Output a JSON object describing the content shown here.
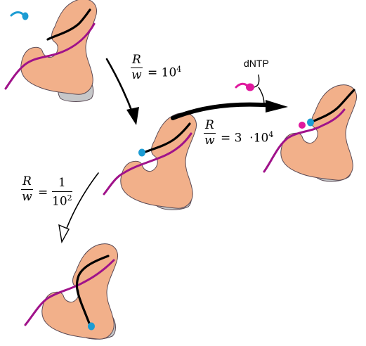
{
  "labels": {
    "eq1": {
      "num": "R",
      "den": "w",
      "rhs_base": "10",
      "rhs_exp": "4"
    },
    "eq2": {
      "num": "R",
      "den": "w",
      "rhs_coef": "3",
      "rhs_dot": "·",
      "rhs_base": "10",
      "rhs_exp": "4"
    },
    "eq3": {
      "num": "R",
      "den": "w",
      "rhs_num": "1",
      "rhs_den_base": "10",
      "rhs_den_exp": "2"
    },
    "dntp": "dNTP"
  },
  "colors": {
    "polymerase": "#F2B08A",
    "domain": "#C6C7C9",
    "template": "#A0128A",
    "primer": "#000000",
    "nucleotide_cyan": "#1C9CD3",
    "nucleotide_magenta": "#E0199E",
    "outline": "#5A4A55"
  }
}
